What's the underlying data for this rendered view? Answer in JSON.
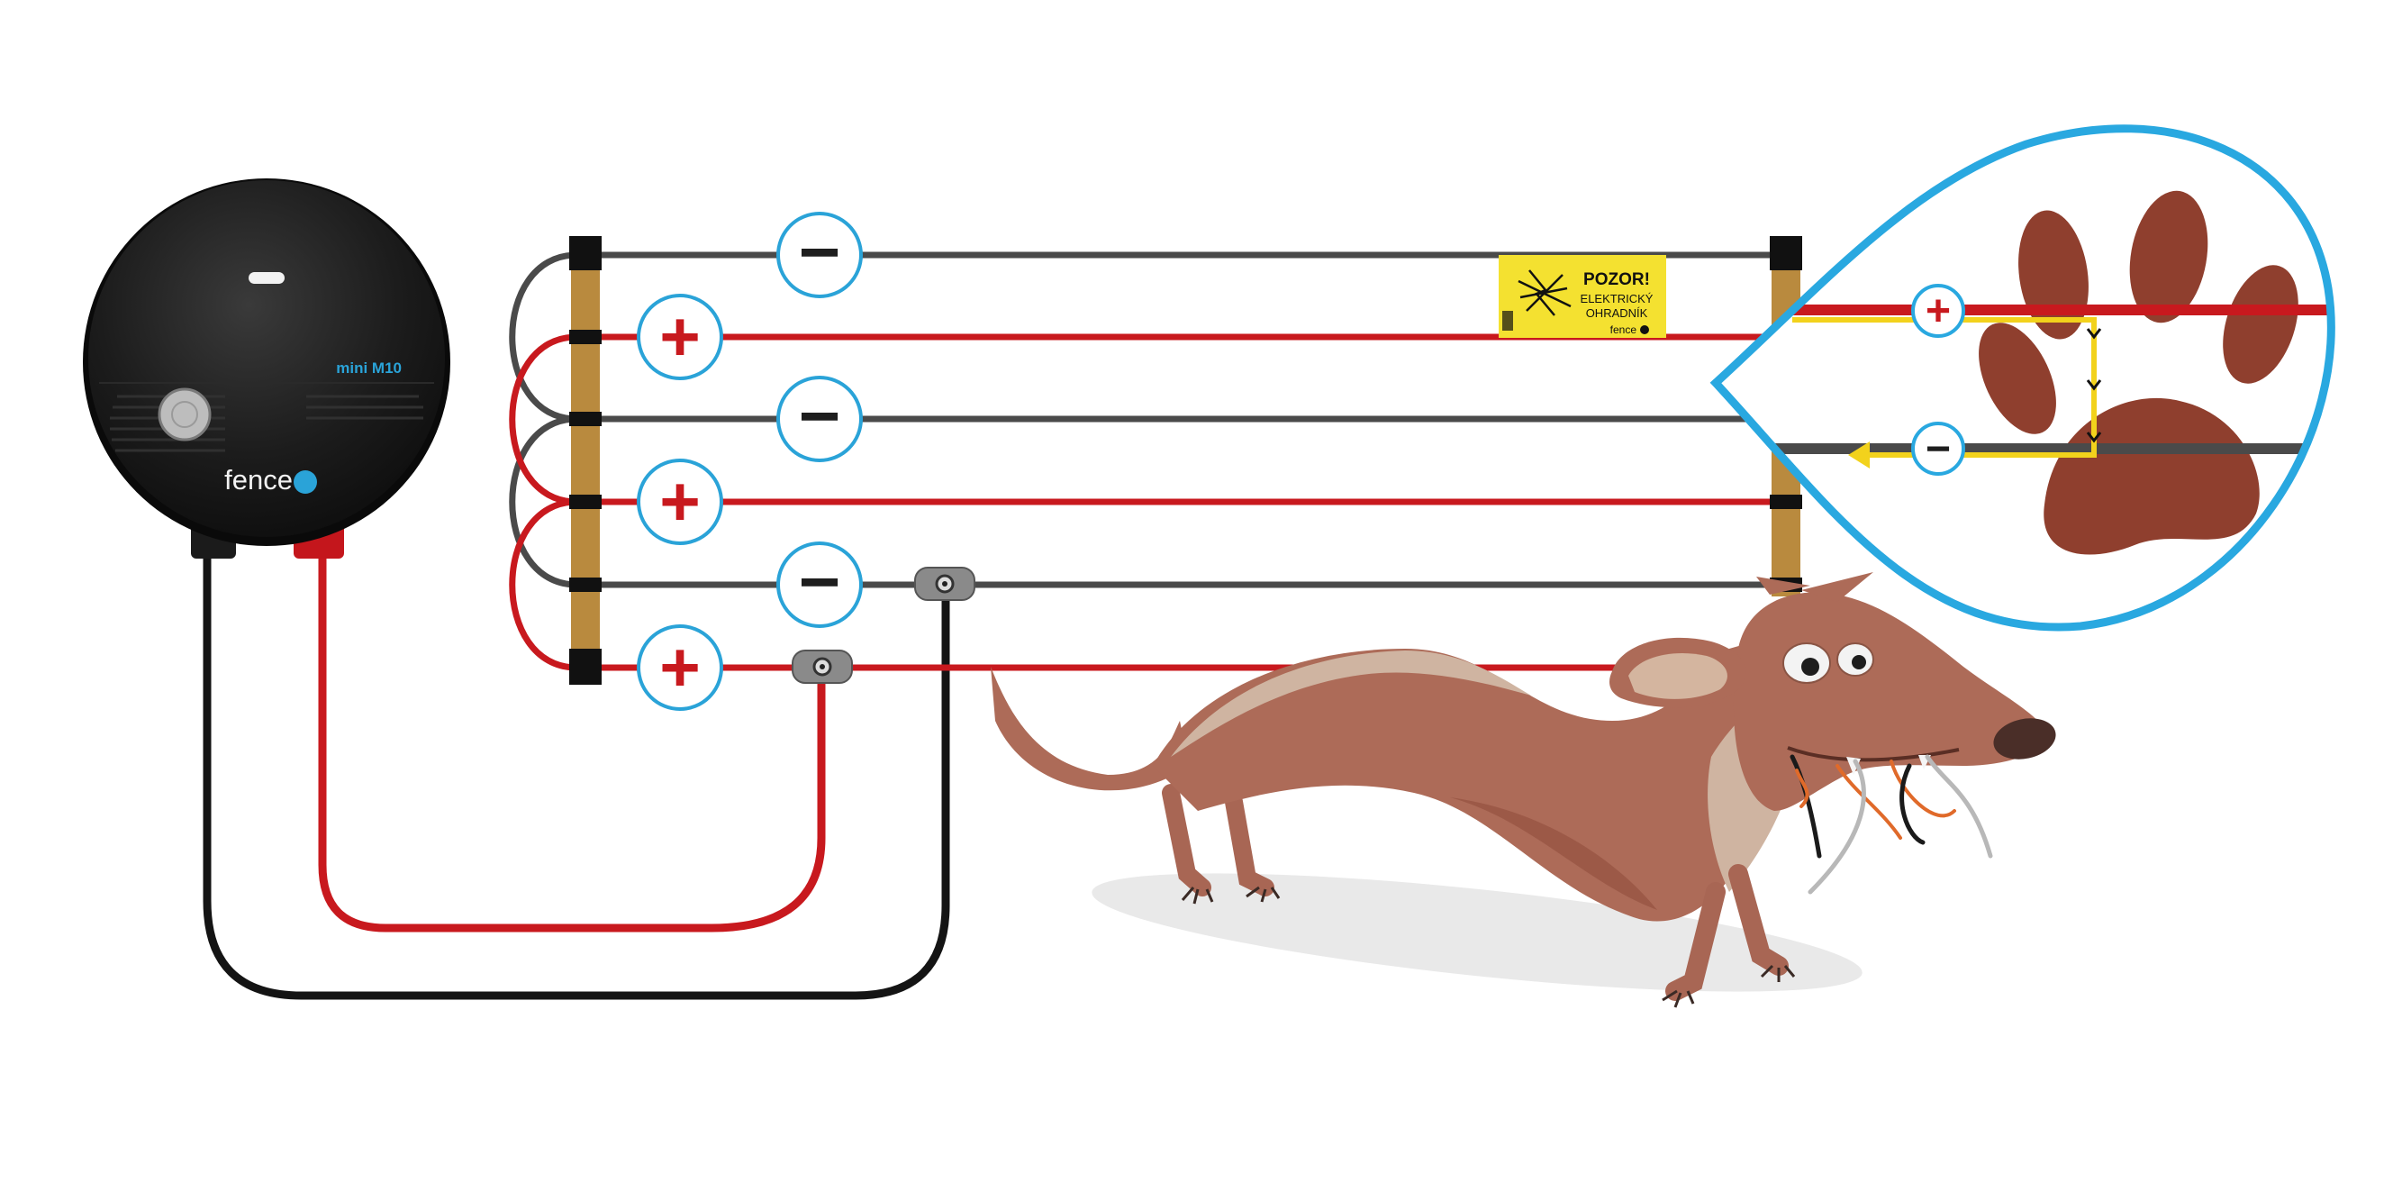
{
  "energizer": {
    "model": "mini M10",
    "brand": "fence",
    "colors": {
      "body": "#161616",
      "accent": "#2aa3d8",
      "positive_terminal": "#c4161c",
      "negative_terminal": "#1b1b1b"
    }
  },
  "fence": {
    "wires": [
      {
        "polarity": "negative",
        "symbol": "−"
      },
      {
        "polarity": "positive",
        "symbol": "+"
      },
      {
        "polarity": "negative",
        "symbol": "−"
      },
      {
        "polarity": "positive",
        "symbol": "+"
      },
      {
        "polarity": "negative",
        "symbol": "−"
      },
      {
        "polarity": "positive",
        "symbol": "+"
      }
    ],
    "colors": {
      "positive": "#c8191e",
      "negative": "#4a4a4a",
      "post": "#b98a3e",
      "insulator": "#111111",
      "symbol_ring": "#2aa3d8"
    }
  },
  "warning_sign": {
    "title": "POZOR!",
    "line1": "ELEKTRICKÝ",
    "line2": "OHRADNÍK",
    "brand": "fence",
    "color": "#f4e130"
  },
  "zoom": {
    "wires": [
      {
        "polarity": "positive",
        "symbol": "+"
      },
      {
        "polarity": "negative",
        "symbol": "−"
      }
    ],
    "colors": {
      "outline": "#29a8e0",
      "paw": "#8f3f2e",
      "current": "#f2d21c"
    }
  },
  "animal": {
    "name": "weasel",
    "colors": {
      "body": "#ad6b58",
      "belly": "#cfb4a1",
      "shadow": "#e9e9e9"
    }
  }
}
